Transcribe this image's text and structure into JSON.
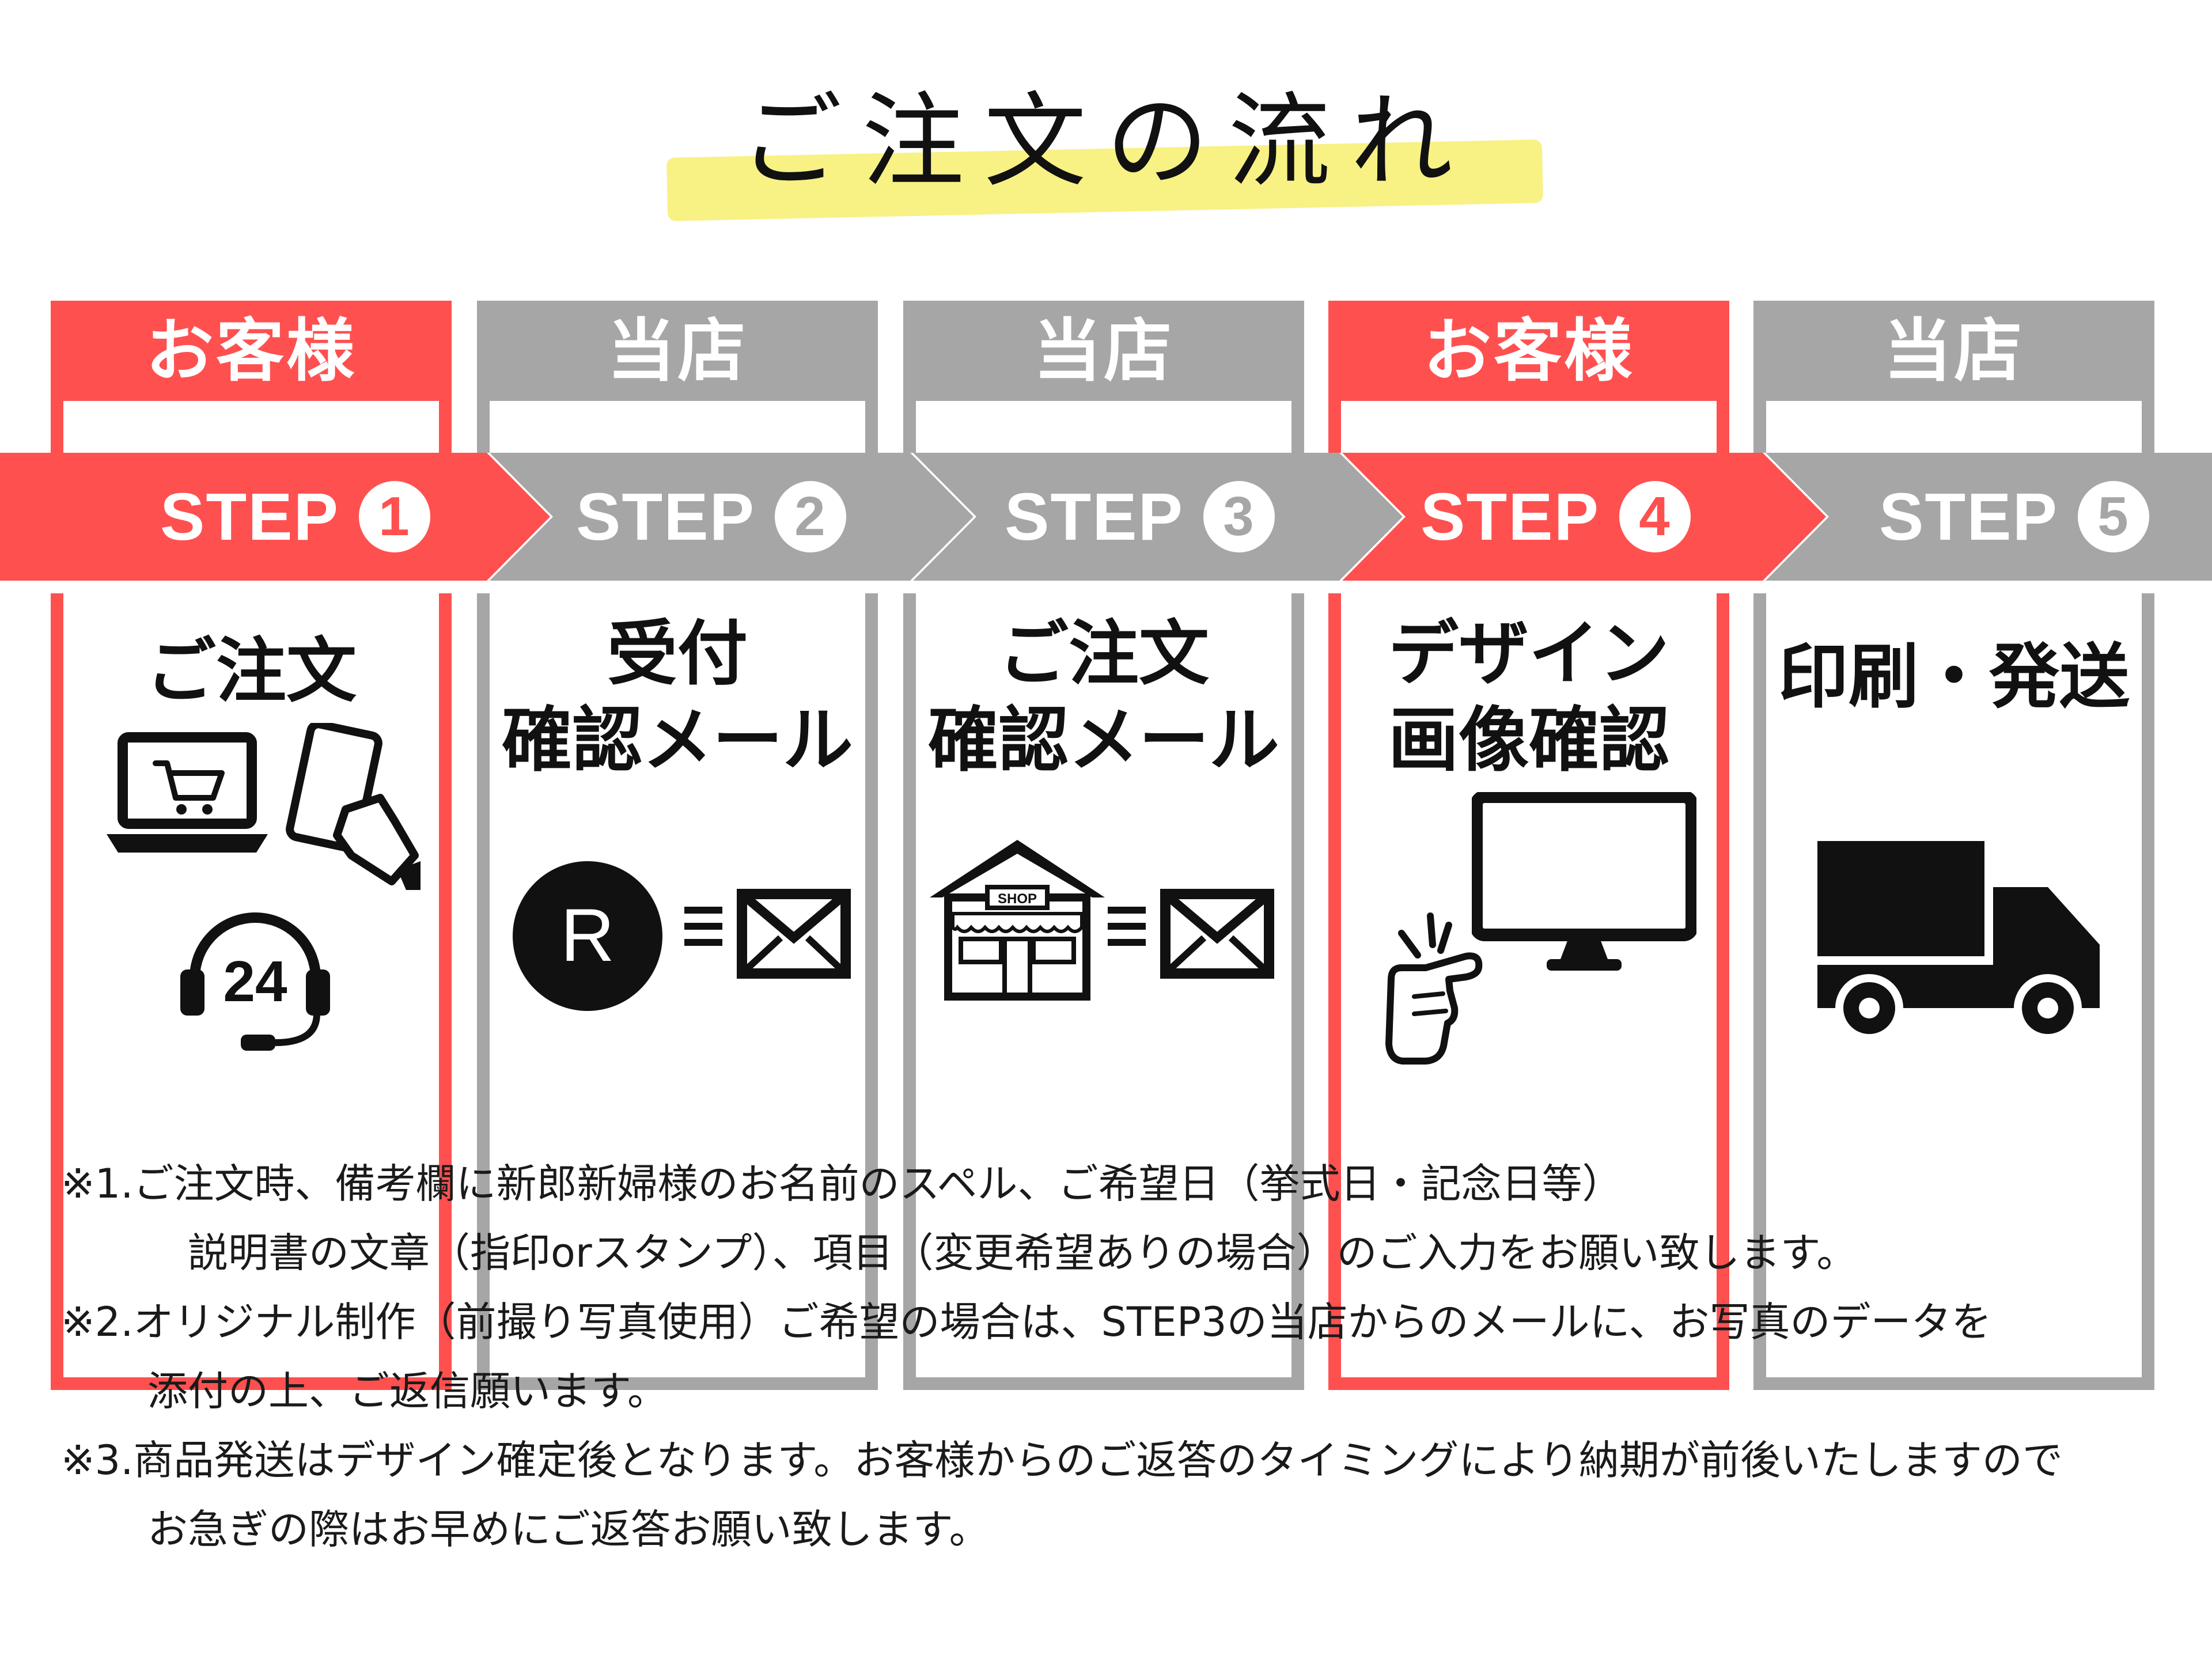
{
  "page_title": "ご注文の流れ",
  "colors": {
    "customer": "#ff5050",
    "shop": "#a6a6a6",
    "highlight": "#f7f07a"
  },
  "steps": [
    {
      "role": "お客様",
      "step_label": "STEP",
      "number": "1",
      "title_lines": [
        "ご注文",
        ""
      ],
      "icons": [
        "laptop-cart-icon",
        "smartphone-hand-icon",
        "support-24h-headset-icon"
      ]
    },
    {
      "role": "当店",
      "step_label": "STEP",
      "number": "2",
      "title_lines": [
        "受付",
        "確認メール"
      ],
      "icons": [
        "r-circle-icon",
        "mail-envelope-icon"
      ]
    },
    {
      "role": "当店",
      "step_label": "STEP",
      "number": "3",
      "title_lines": [
        "ご注文",
        "確認メール"
      ],
      "icons": [
        "shop-building-icon",
        "mail-envelope-icon"
      ]
    },
    {
      "role": "お客様",
      "step_label": "STEP",
      "number": "4",
      "title_lines": [
        "デザイン",
        "画像確認"
      ],
      "icons": [
        "monitor-icon",
        "pointing-hand-icon"
      ]
    },
    {
      "role": "当店",
      "step_label": "STEP",
      "number": "5",
      "title_lines": [
        "印刷・発送",
        ""
      ],
      "icons": [
        "delivery-truck-icon"
      ]
    }
  ],
  "shop_sign": "SHOP",
  "r_letter": "R",
  "support_hours": "24",
  "notes": {
    "n1_line1": "※1.ご注文時、備考欄に新郎新婦様のお名前のスペル、ご希望日（挙式日・記念日等）",
    "n1_line2": "説明書の文章（指印orスタンプ）、項目（変更希望ありの場合）のご入力をお願い致します。",
    "n2_line1": "※2.オリジナル制作（前撮り写真使用）ご希望の場合は、STEP3の当店からのメールに、お写真のデータを",
    "n2_line2": "添付の上、ご返信願います。",
    "n3_line1": "※3.商品発送はデザイン確定後となります。お客様からのご返答のタイミングにより納期が前後いたしますので",
    "n3_line2": "お急ぎの際はお早めにご返答お願い致します。"
  }
}
